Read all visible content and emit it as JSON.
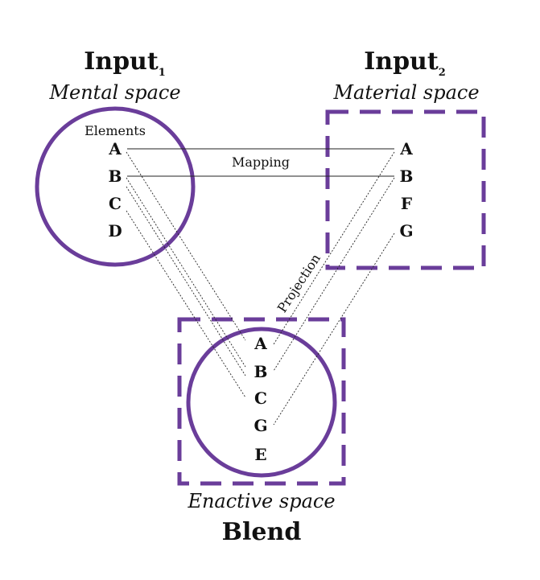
{
  "input1": {
    "title": "Input",
    "subscript": "1",
    "space": "Mental space",
    "elements_label": "Elements",
    "elements": [
      "A",
      "B",
      "C",
      "D"
    ]
  },
  "input2": {
    "title": "Input",
    "subscript": "2",
    "space": "Material space",
    "elements": [
      "A",
      "B",
      "F",
      "G"
    ]
  },
  "blend": {
    "title": "Blend",
    "space": "Enactive space",
    "elements": [
      "A",
      "B",
      "C",
      "G",
      "E"
    ]
  },
  "labels": {
    "mapping": "Mapping",
    "projection": "Projection"
  },
  "colors": {
    "accent": "#6a3d9a"
  }
}
